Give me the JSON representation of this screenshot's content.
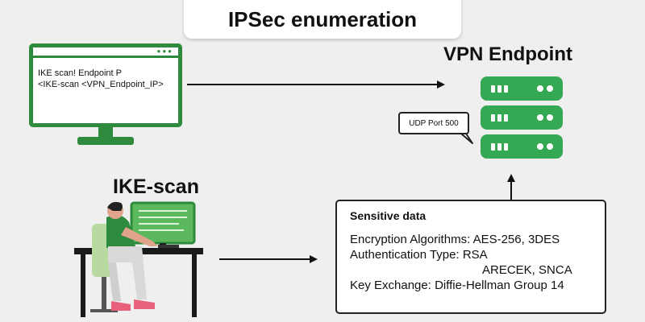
{
  "title": "IPSec enumeration",
  "terminal": {
    "line1": "IKE scan! Endpoint P",
    "line2": "<IKE-scan <VPN_Endpoint_IP>"
  },
  "vpn_label": "VPN Endpoint",
  "port_bubble": "UDP Port 500",
  "scanner_label": "IKE-scan",
  "sensitive": {
    "heading": "Sensitive data",
    "rows": [
      "Encryption Algorithms: AES-256, 3DES",
      "Authentication Type: RSA",
      "ARECEK, SNCA",
      "Key Exchange: Diffie-Hellman Group 14"
    ]
  },
  "colors": {
    "accent": "#2e8b3d",
    "server": "#34a853",
    "background": "#efefef"
  }
}
